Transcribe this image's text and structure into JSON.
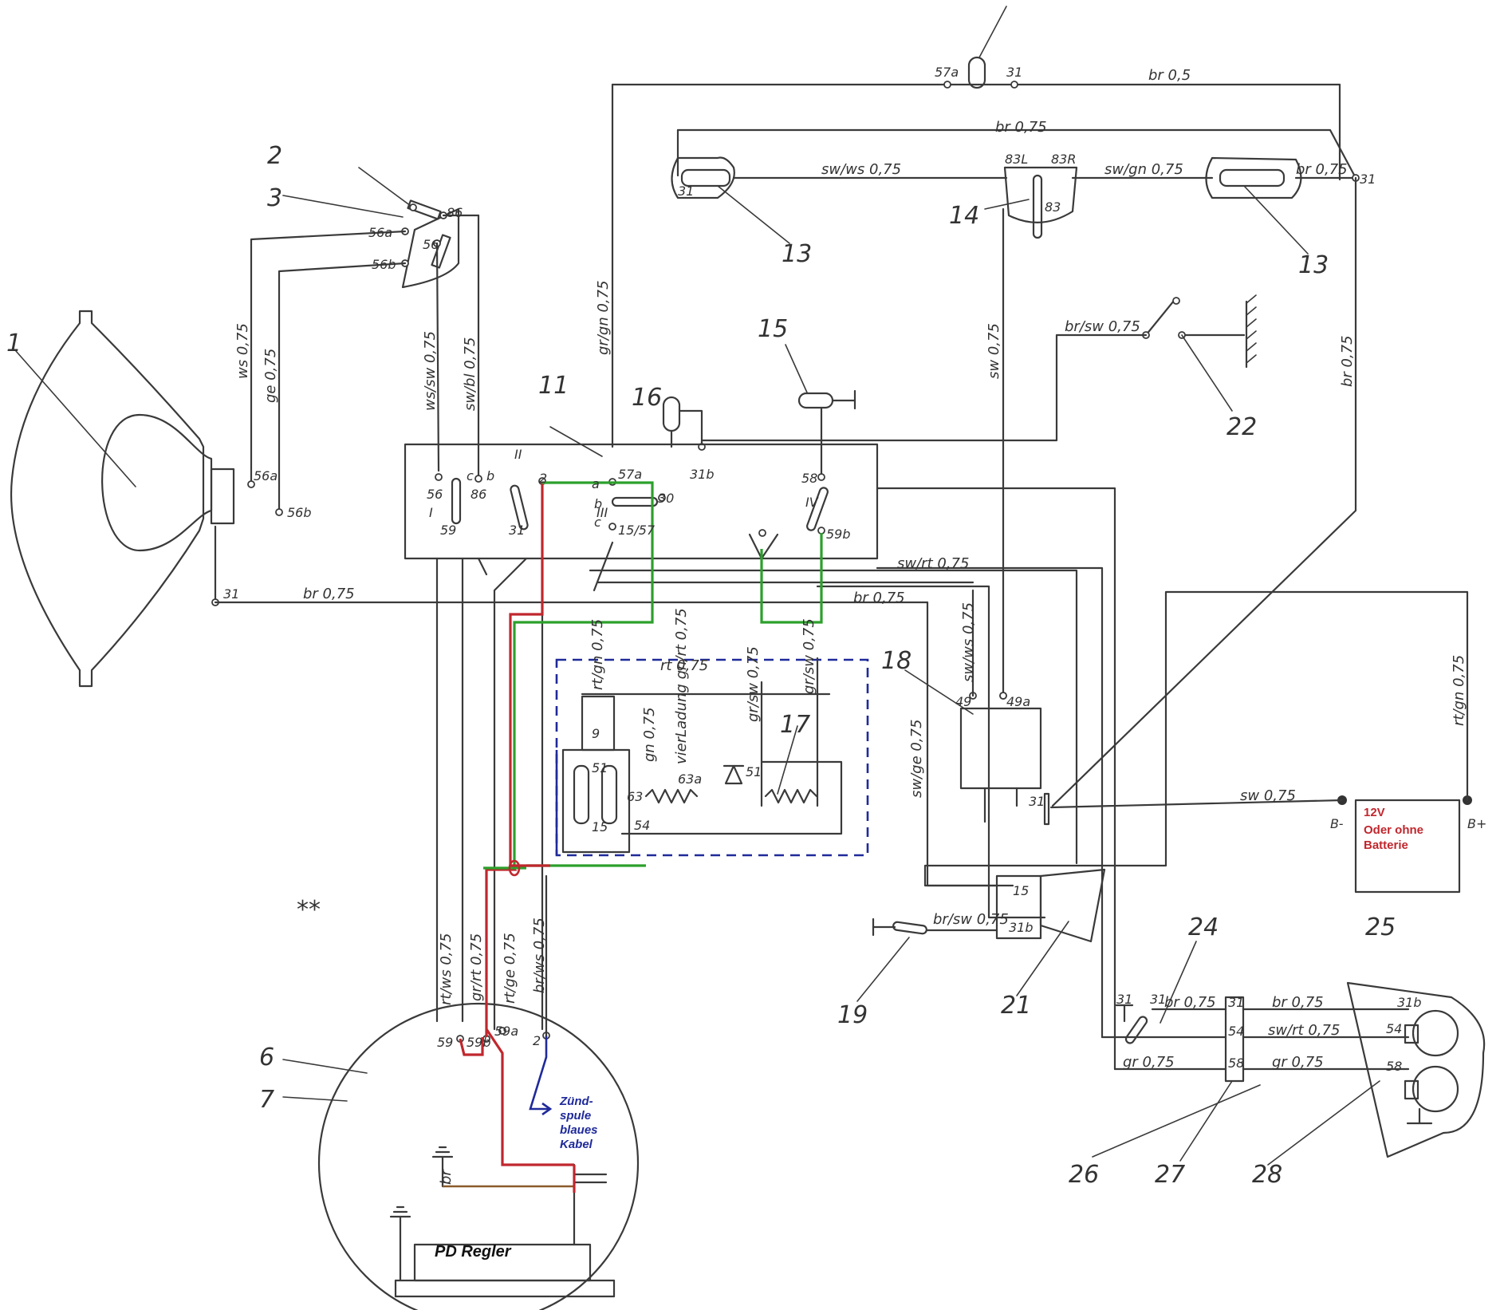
{
  "parts": {
    "p1": "1",
    "p2": "2",
    "p3": "3",
    "p6": "6",
    "p7": "7",
    "p11": "11",
    "p13a": "13",
    "p13b": "13",
    "p14": "14",
    "p15": "15",
    "p16": "16",
    "p17": "17",
    "p18": "18",
    "p19": "19",
    "p21": "21",
    "p22": "22",
    "p24": "24",
    "p25": "25",
    "p26": "26",
    "p27": "27",
    "p28": "28"
  },
  "wires": {
    "br05": "br 0,5",
    "br075_top": "br 0,75",
    "swws": "sw/ws 0,75",
    "swgn": "sw/gn 0,75",
    "br075_r13": "br 0,75",
    "ws": "ws 0,75",
    "ge": "ge 0,75",
    "wssw": "ws/sw 0,75",
    "swbl": "sw/bl 0,75",
    "grgn": "gr/gn 0,75",
    "sw075_v": "sw 0,75",
    "br075_r": "br 0,75",
    "brsw_22": "br/sw 0,75",
    "br_31": "br 0,75",
    "swrt": "sw/rt 0,75",
    "br_mid": "br 0,75",
    "swws_18": "sw/ws 0,75",
    "swge": "sw/ge 0,75",
    "rtgn_r": "rt/gn 0,75",
    "sw_bat": "sw 0,75",
    "rtgn_17": "rt/gn 0,75",
    "rt_17": "rt 0,75",
    "grsw_17": "gr/sw 0,75",
    "grsw2_17": "gr/sw 0,75",
    "gn_17": "gn 0,75",
    "vorladung": "vierLadung gn/rt 0,75",
    "rtws": "rt/ws 0,75",
    "grrt": "gr/rt 0,75",
    "rtge": "rt/ge 0,75",
    "brws": "br/ws 0,75",
    "brsw_19": "br/sw 0,75",
    "br_24": "br 0,75",
    "br_25": "br 0,75",
    "swrt_25": "sw/rt 0,75",
    "gr_26": "gr 0,75",
    "gr_28": "gr 0,75",
    "br_small": "br"
  },
  "terminals": {
    "t57a_top": "57a",
    "t31_top": "31",
    "t31_l13": "31",
    "t31_r13": "31",
    "t83L": "83L",
    "t83R": "83R",
    "t83": "83",
    "t86_sw": "86",
    "t56a_sw": "56a",
    "t56_sw": "56",
    "t56b_sw": "56b",
    "t56a_hl": "56a",
    "t56b_hl": "56b",
    "t31_hl": "31",
    "tI": "I",
    "tII": "II",
    "tIII": "III",
    "tIV": "IV",
    "t56_11": "56",
    "t86_11": "86",
    "t59_11": "59",
    "t31_11": "31",
    "t2_11": "2",
    "t57a_11": "57a",
    "t30_11": "30",
    "t1557_11": "15/57",
    "t58_11": "58",
    "t59b_11": "59b",
    "t31b_11": "31b",
    "ta": "a",
    "tb": "b",
    "tc": "c",
    "tb2": "b",
    "tc2": "c",
    "t49": "49",
    "t49a": "49a",
    "t31_18": "31",
    "t15_21": "15",
    "t31b_21": "31b",
    "t31_24a": "31",
    "t31_24b": "31",
    "t31_27": "31",
    "t54_27": "54",
    "t58_27": "58",
    "t31b_28": "31b",
    "t54_28": "54",
    "t58_28": "58",
    "t59_g": "59",
    "t59b_g": "59b",
    "t59a_g": "59a",
    "t2_g": "2",
    "t51_17": "51",
    "t15_17": "15",
    "t54_17": "54",
    "t63a_17": "63a",
    "t63_17": "63",
    "t51b_17": "51",
    "t9_17": "9",
    "bminus": "B-",
    "bplus": "B+",
    "dstar": "**"
  },
  "notes": {
    "battery_l1": "12V",
    "battery_l2": "Oder ohne",
    "battery_l3": "Batterie",
    "zund_1": "Zünd-",
    "zund_2": "spule",
    "zund_3": "blaues",
    "zund_4": "Kabel",
    "regler": "PD Regler"
  },
  "colors": {
    "red": "#c0272d",
    "green": "#2ca02c",
    "blue": "#1f2a9a",
    "brown": "#8b5a2b",
    "ink": "#3a3a3a"
  }
}
